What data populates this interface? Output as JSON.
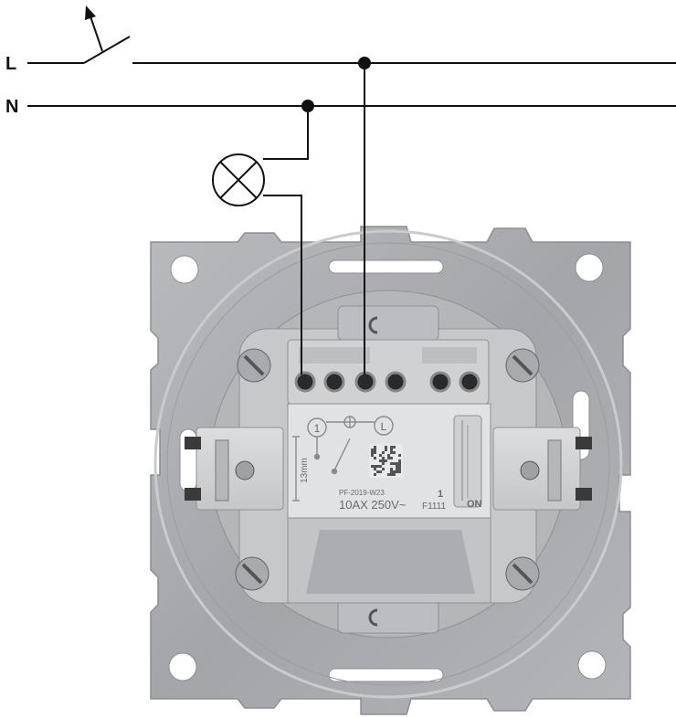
{
  "wires": {
    "line_label": "L",
    "neutral_label": "N"
  },
  "device": {
    "terminal_labels": [
      "1",
      "L"
    ],
    "strip_length": "13mm",
    "part_number": "PF-2019-W23",
    "rating": "10AX 250V~",
    "circuit_mark": "1",
    "model_code": "F1111",
    "position_label": "ON"
  },
  "colors": {
    "wire": "#111111",
    "plate": "#a9abae",
    "mechanism": "#d2d3d5",
    "terminal_hole": "#2a2a2a"
  }
}
